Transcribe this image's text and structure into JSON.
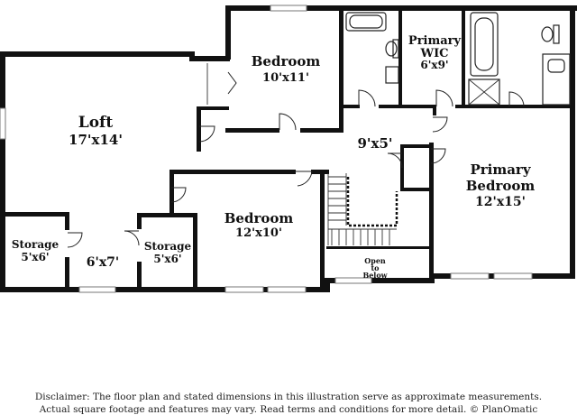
{
  "rooms": {
    "loft": {
      "name": "Loft",
      "dims": "17'x14'"
    },
    "bedroom_top": {
      "name": "Bedroom",
      "dims": "10'x11'"
    },
    "primary_wic": {
      "name_line1": "Primary",
      "name_line2": "WIC",
      "dims": "6'x9'"
    },
    "hall": {
      "dims": "9'x5'"
    },
    "primary_bedroom": {
      "name_line1": "Primary",
      "name_line2": "Bedroom",
      "dims": "12'x15'"
    },
    "bedroom_mid": {
      "name": "Bedroom",
      "dims": "12'x10'"
    },
    "storage_left": {
      "name": "Storage",
      "dims": "5'x6'"
    },
    "landing": {
      "dims": "6'x7'"
    },
    "storage_mid": {
      "name": "Storage",
      "dims": "5'x6'"
    },
    "open_below": {
      "line1": "Open",
      "line2": "to",
      "line3": "Below"
    }
  },
  "disclaimer": {
    "line1": "Disclaimer: The floor plan and stated dimensions in this illustration serve as approximate measurements.",
    "line2": "Actual square footage and features may vary. Read terms and conditions for more detail. © PlanOmatic"
  }
}
